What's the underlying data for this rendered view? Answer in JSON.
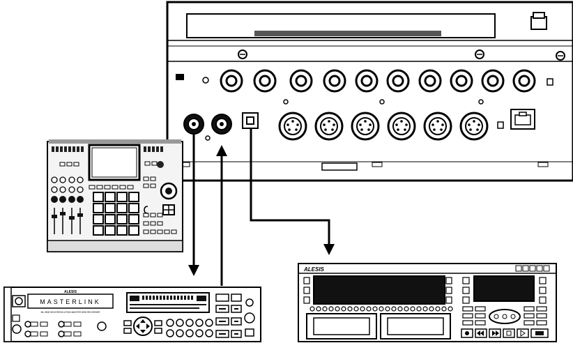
{
  "diagram": {
    "devices": {
      "rear_panel": {
        "icon": "rear-panel-io-icon"
      },
      "groovebox": {
        "icon": "groovebox-sampler-icon"
      },
      "mastering_unit": {
        "icon": "rack-mastering-processor-icon",
        "brand": "ALESIS",
        "model": "MASTERLINK",
        "subtitle": "ML-9600 HIGH RESOLUTION MASTER DISK RECORDER"
      },
      "cd_recorder": {
        "icon": "rack-cd-recorder-icon",
        "brand": "ALESIS"
      }
    },
    "connections": [
      {
        "name": "spdif-out-to-mastering",
        "direction": "down"
      },
      {
        "name": "spdif-in-from-mastering",
        "direction": "up"
      },
      {
        "name": "optical-out-to-cd-recorder",
        "direction": "down"
      }
    ],
    "colors": {
      "line": "#000000",
      "panel_fill": "#ffffff",
      "shade": "#cfcfcf",
      "dark": "#1a1a1a"
    }
  }
}
